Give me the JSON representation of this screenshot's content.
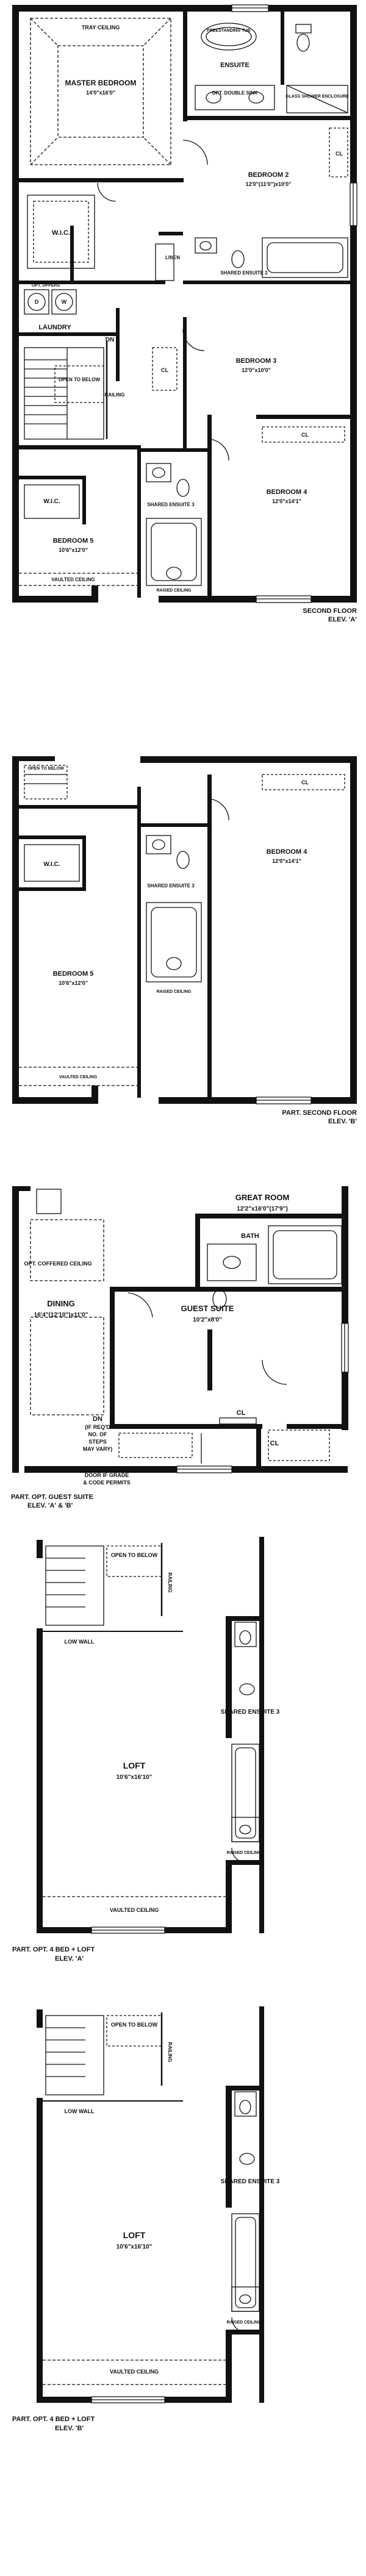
{
  "plan1": {
    "tray_ceiling": "TRAY CEILING",
    "master_bedroom": "MASTER BEDROOM",
    "master_bedroom_size": "14'0\"x16'0\"",
    "freestanding_tub": "FREESTANDING TUB",
    "ensuite": "ENSUITE",
    "opt_double_sink": "OPT. DOUBLE SINK",
    "glass_shower": "GLASS SHOWER ENCLOSURE",
    "wic": "W.I.C.",
    "bedroom2": "BEDROOM 2",
    "bedroom2_size": "12'0\"(11'0\")x10'0\"",
    "cl": "CL",
    "linen": "LINEN",
    "shared_ensuite2": "SHARED ENSUITE 2",
    "opt_uppers": "OPT. UPPERS",
    "d": "D",
    "w": "W",
    "laundry": "LAUNDRY",
    "dn": "DN",
    "bedroom3": "BEDROOM 3",
    "bedroom3_size": "12'0\"x10'0\"",
    "open_to_below": "OPEN TO BELOW",
    "railing": "RAILING",
    "shared_ensuite3": "SHARED ENSUITE 3",
    "bedroom4": "BEDROOM 4",
    "bedroom4_size": "12'0\"x14'1\"",
    "bedroom5": "BEDROOM 5",
    "bedroom5_size": "10'6\"x12'0\"",
    "raised_ceiling": "RAISED CEILING",
    "vaulted_ceiling": "VAULTED CEILING",
    "caption_line1": "SECOND FLOOR",
    "caption_line2": "ELEV. 'A'"
  },
  "plan2": {
    "open_to_below": "OPEN TO BELOW",
    "wic": "W.I.C.",
    "shared_ensuite3": "SHARED ENSUITE 3",
    "bedroom4": "BEDROOM 4",
    "bedroom4_size": "12'0\"x14'1\"",
    "bedroom5": "BEDROOM 5",
    "bedroom5_size": "10'6\"x12'0\"",
    "raised_ceiling": "RAISED CEILING",
    "vaulted_ceiling": "VAULTED CEILING",
    "cl": "CL",
    "caption_line1": "PART. SECOND FLOOR",
    "caption_line2": "ELEV. 'B'"
  },
  "plan3": {
    "great_room": "GREAT ROOM",
    "great_room_size": "12'2\"x16'0\"(17'9\")",
    "bath": "BATH",
    "opt_coffered": "OPT. COFFERED CEILING",
    "dining": "DINING",
    "dining_size": "16'4\"(12'10\")x11'0\"",
    "guest_suite": "GUEST SUITE",
    "guest_suite_size": "10'2\"x8'0\"",
    "dn": "DN",
    "dn_note1": "(IF REQ'D",
    "dn_note2": "NO. OF",
    "dn_note3": "STEPS",
    "dn_note4": "MAY VARY)",
    "cl": "CL",
    "door_note1": "DOOR IF GRADE",
    "door_note2": "& CODE PERMITS",
    "caption_line1": "PART. OPT. GUEST SUITE",
    "caption_line2": "ELEV. 'A' & 'B'"
  },
  "plan4": {
    "open_to_below": "OPEN TO BELOW",
    "railing": "RAILING",
    "low_wall": "LOW WALL",
    "shared_ensuite3": "SHARED ENSUITE 3",
    "raised_ceiling": "RAISED CEILING",
    "loft": "LOFT",
    "loft_size": "10'6\"x16'10\"",
    "vaulted_ceiling": "VAULTED CEILING",
    "caption_line1": "PART. OPT. 4 BED + LOFT",
    "caption_line2": "ELEV. 'A'"
  },
  "plan5": {
    "open_to_below": "OPEN TO BELOW",
    "railing": "RAILING",
    "low_wall": "LOW WALL",
    "shared_ensuite3": "SHARED ENSUITE 3",
    "raised_ceiling": "RAISED CEILING",
    "loft": "LOFT",
    "loft_size": "10'6\"x16'10\"",
    "vaulted_ceiling": "VAULTED CEILING",
    "caption_line1": "PART. OPT. 4 BED + LOFT",
    "caption_line2": "ELEV. 'B'"
  }
}
